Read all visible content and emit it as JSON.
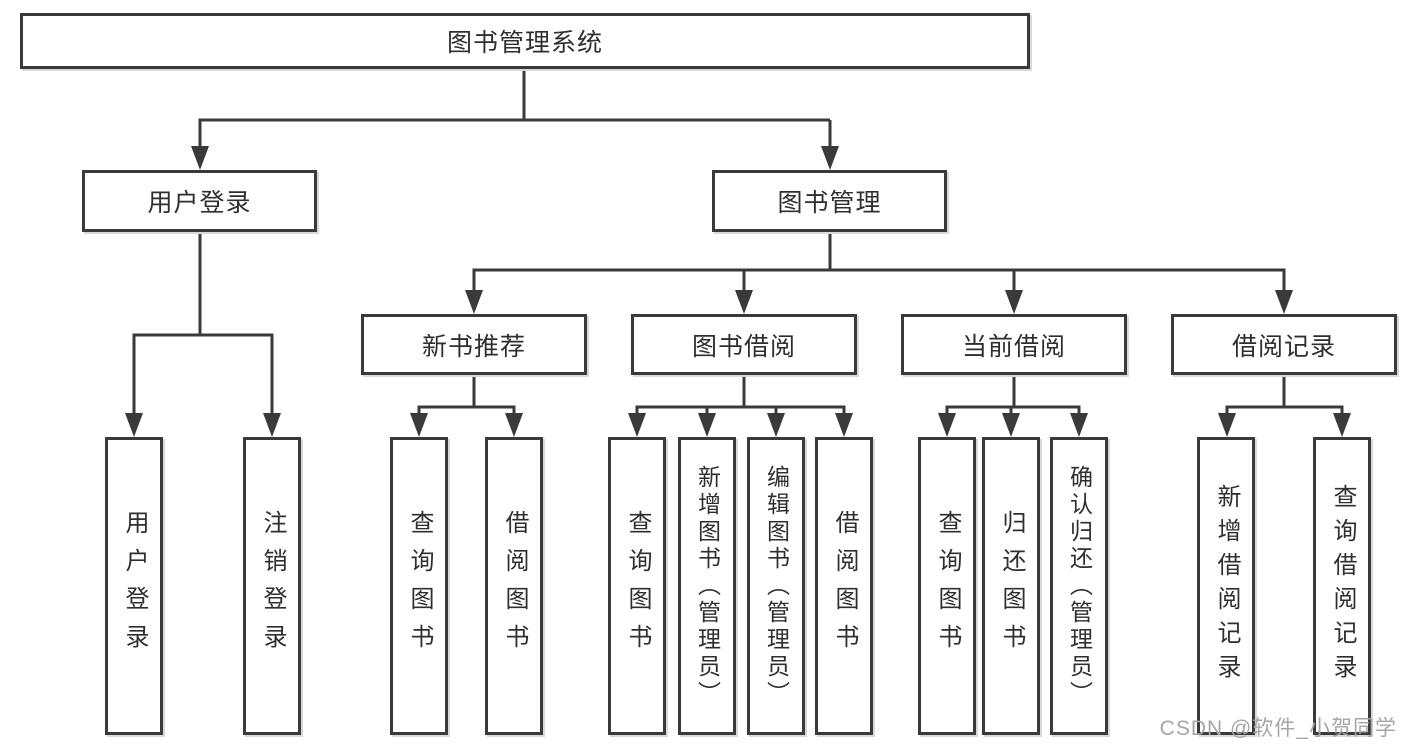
{
  "tree": {
    "label": "图书管理系统",
    "children": [
      {
        "label": "用户登录",
        "children": [
          {
            "label": "用户登录"
          },
          {
            "label": "注销登录"
          }
        ]
      },
      {
        "label": "图书管理",
        "children": [
          {
            "label": "新书推荐",
            "children": [
              {
                "label": "查询图书"
              },
              {
                "label": "借阅图书"
              }
            ]
          },
          {
            "label": "图书借阅",
            "children": [
              {
                "label": "查询图书"
              },
              {
                "label": "新增图书（管理员）"
              },
              {
                "label": "编辑图书（管理员）"
              },
              {
                "label": "借阅图书"
              }
            ]
          },
          {
            "label": "当前借阅",
            "children": [
              {
                "label": "查询图书"
              },
              {
                "label": "归还图书"
              },
              {
                "label": "确认归还（管理员）"
              }
            ]
          },
          {
            "label": "借阅记录",
            "children": [
              {
                "label": "新增借阅记录"
              },
              {
                "label": "查询借阅记录"
              }
            ]
          }
        ]
      }
    ]
  },
  "watermark": {
    "text": "CSDN @软件_小贺同学"
  },
  "colors": {
    "line": "#3a3a3a",
    "box_border": "#3a3a3a",
    "box_fill": "#ffffff",
    "text": "#2f2f2f",
    "watermark": "#a6a6a6"
  }
}
